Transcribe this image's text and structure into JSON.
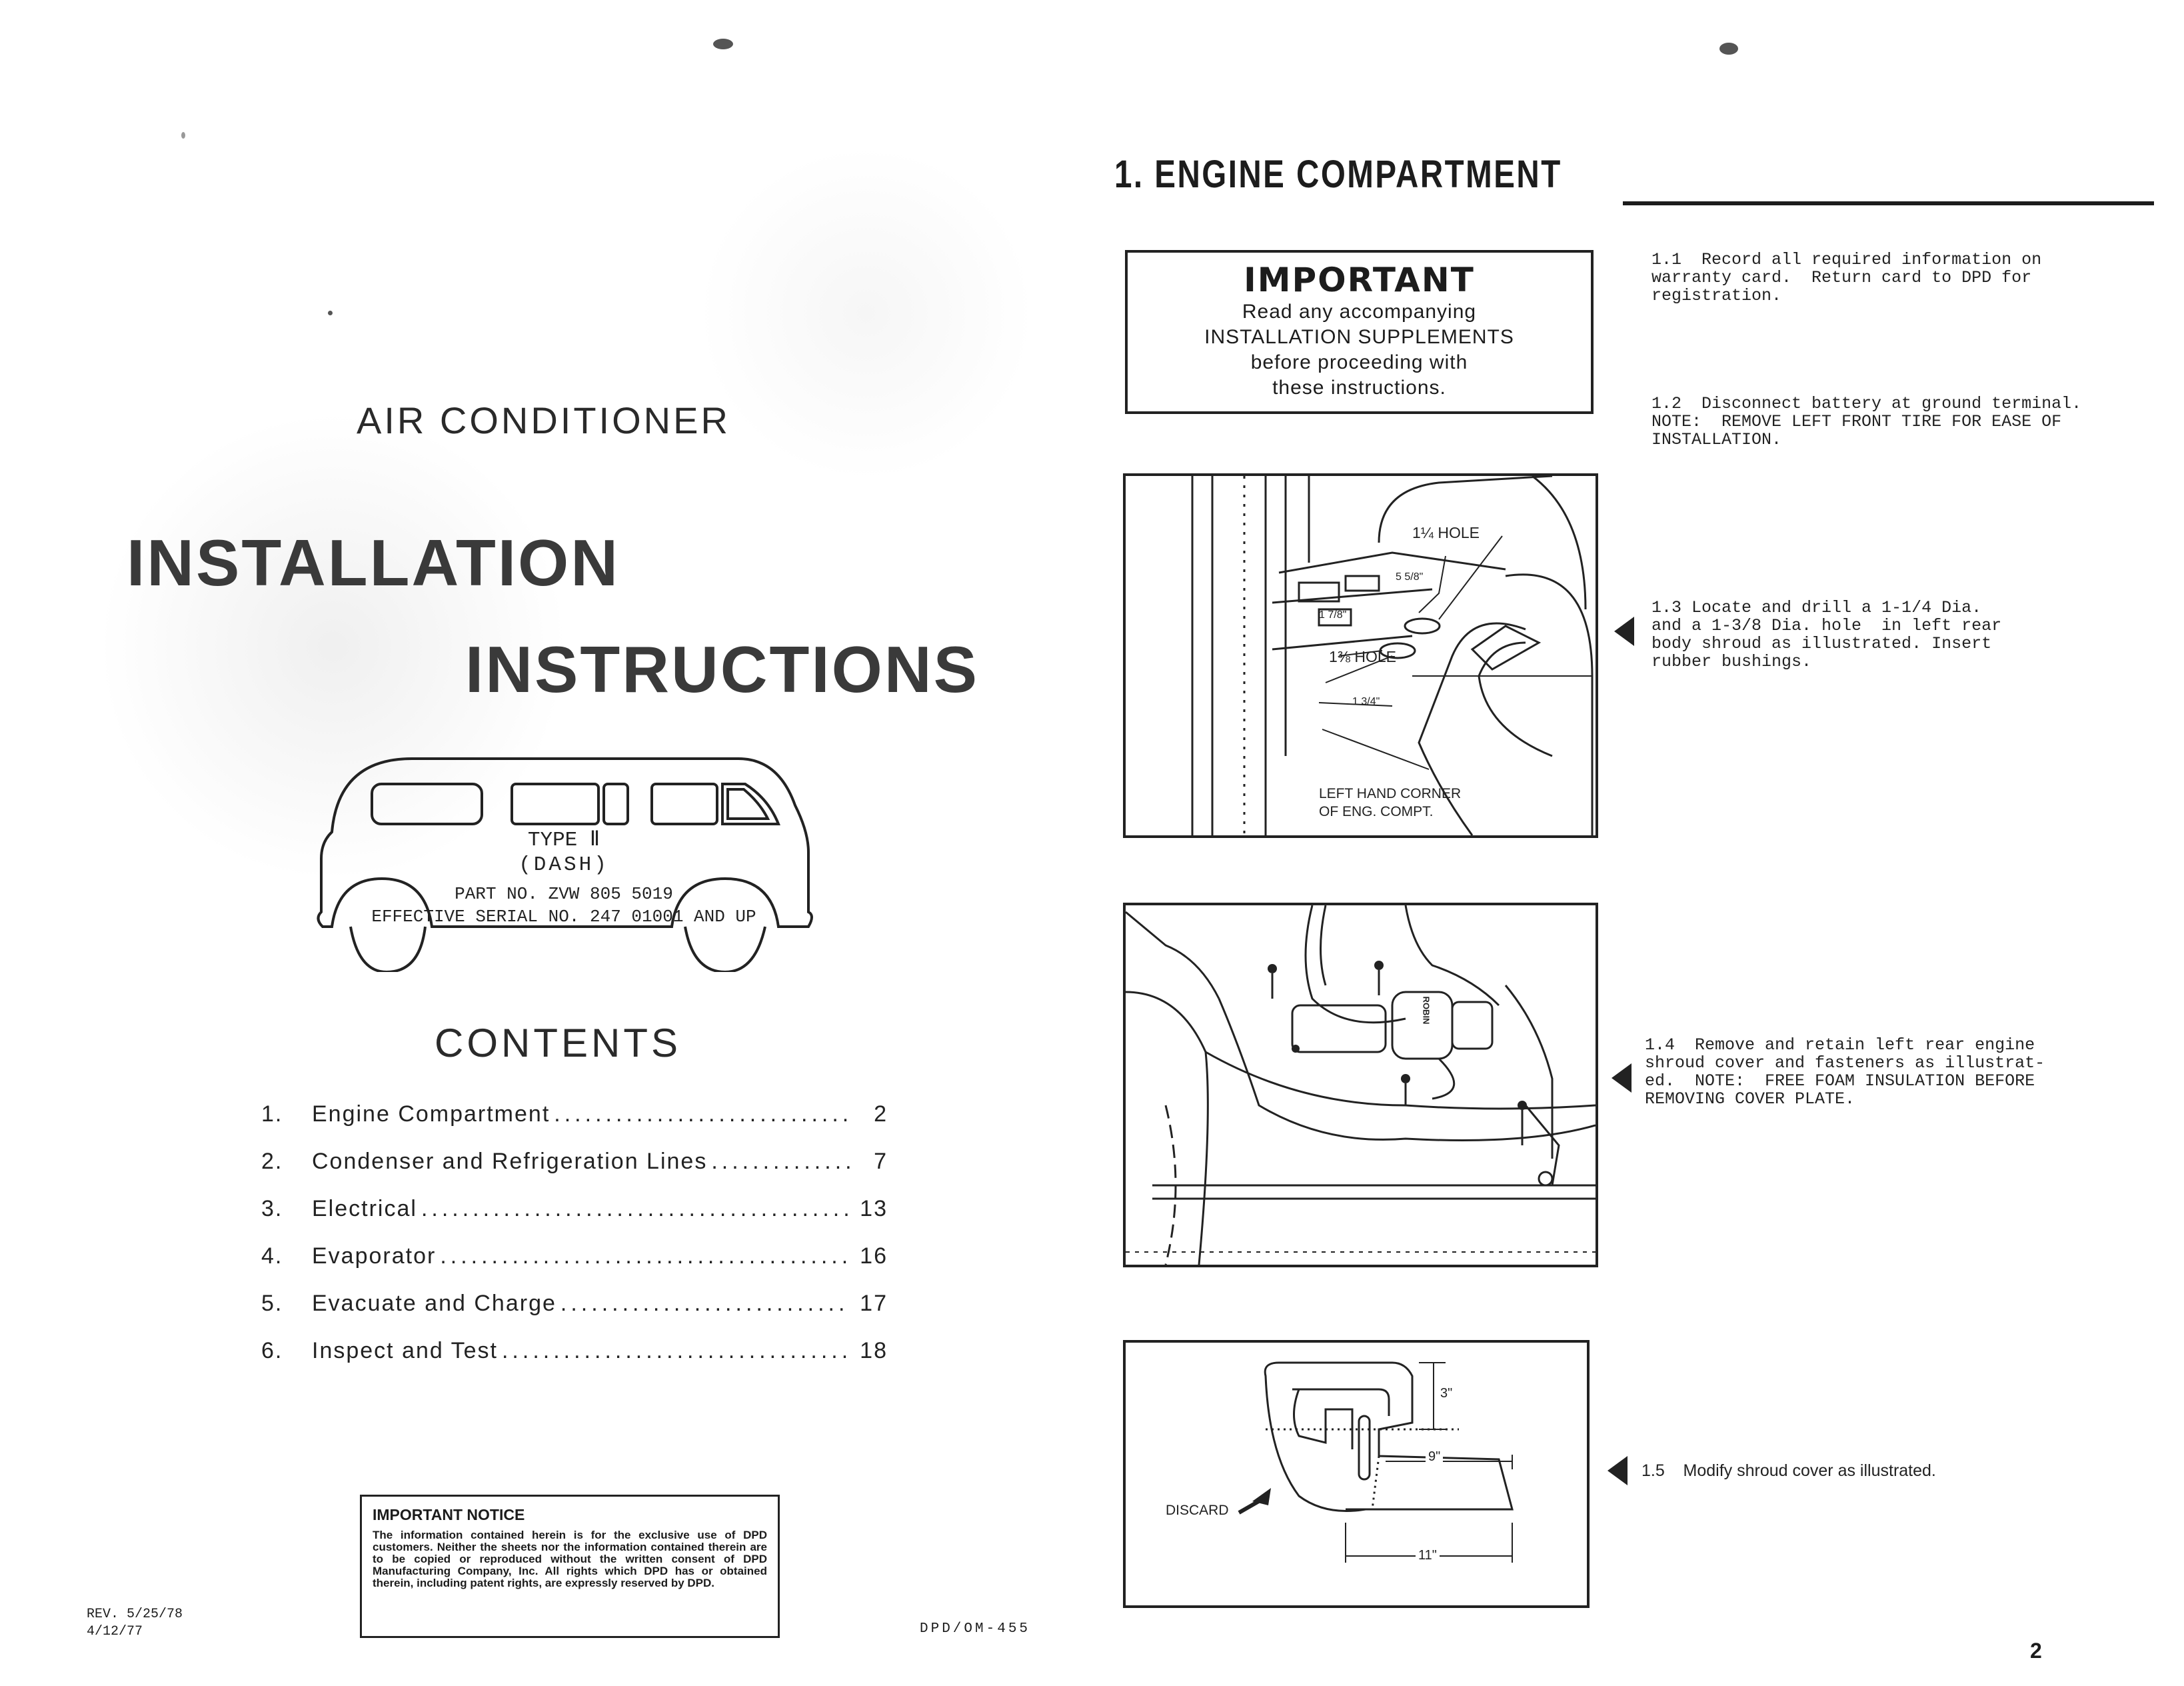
{
  "left_page": {
    "title_line1": "AIR  CONDITIONER",
    "title_line2": "INSTALLATION",
    "title_line3": "INSTRUCTIONS",
    "van": {
      "type": "TYPE Ⅱ",
      "variant": "(DASH)",
      "part_no": "PART NO. ZVW 805 5019",
      "serial": "EFFECTIVE SERIAL NO. 247 01001 AND UP"
    },
    "contents_heading": "CONTENTS",
    "contents": [
      {
        "num": "1.",
        "title": "Engine Compartment",
        "page": "2"
      },
      {
        "num": "2.",
        "title": "Condenser and Refrigeration Lines",
        "page": "7"
      },
      {
        "num": "3.",
        "title": "Electrical",
        "page": "13"
      },
      {
        "num": "4.",
        "title": "Evaporator",
        "page": "16"
      },
      {
        "num": "5.",
        "title": "Evacuate and Charge",
        "page": "17"
      },
      {
        "num": "6.",
        "title": "Inspect and Test",
        "page": "18"
      }
    ],
    "notice_title": "IMPORTANT NOTICE",
    "notice_body": "The information contained herein is for the exclusive use of DPD customers. Neither the sheets nor the information contained therein are to be copied or reproduced without the written consent of DPD Manufacturing Company, Inc. All rights which DPD has or obtained therein, including patent rights, are expressly reserved by DPD.",
    "rev_line1": "REV. 5/25/78",
    "rev_line2": "4/12/77",
    "doc_code": "DPD/OM-455"
  },
  "right_page": {
    "section_title": "1. ENGINE COMPARTMENT",
    "important_title": "IMPORTANT",
    "important_lines": [
      "Read any accompanying",
      "INSTALLATION SUPPLEMENTS",
      "before proceeding with",
      "these instructions."
    ],
    "steps": {
      "s1_1": "1.1  Record all required information on\nwarranty card.  Return card to DPD for\nregistration.",
      "s1_2": "1.2  Disconnect battery at ground terminal.\nNOTE:  REMOVE LEFT FRONT TIRE FOR EASE OF\nINSTALLATION.",
      "s1_3": "1.3 Locate and drill a 1-1/4 Dia.\nand a 1-3/8 Dia. hole  in left rear\nbody shroud as illustrated. Insert\nrubber bushings.",
      "s1_4": "1.4  Remove and retain left rear engine\nshroud cover and fasteners as illustrat-\ned.  NOTE:  FREE FOAM INSULATION BEFORE\nREMOVING COVER PLATE.",
      "s1_5": "1.5    Modify shroud cover as illustrated."
    },
    "fig_1_3": {
      "hole_upper": "1¼ HOLE",
      "hole_lower": "1⅜ HOLE",
      "dim_a": "5 5/8\"",
      "dim_b": "1 7/8\"",
      "dim_c": "1 3/4\"",
      "caption_line1": "LEFT HAND CORNER",
      "caption_line2": "OF ENG. COMPT."
    },
    "fig_1_4": {
      "part_label": "ROBIN"
    },
    "fig_1_5": {
      "dim_3": "3\"",
      "dim_9": "9\"",
      "dim_11": "11\"",
      "discard": "DISCARD"
    },
    "page_number": "2"
  },
  "colors": {
    "ink": "#1c1c1c",
    "paper": "#ffffff"
  }
}
